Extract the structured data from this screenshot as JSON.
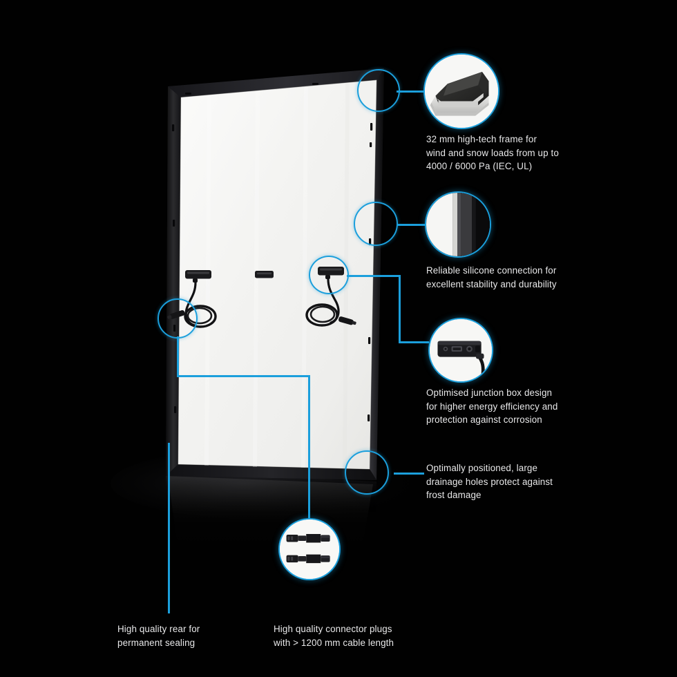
{
  "meta": {
    "subject": "solar-photovoltaic-module-rear-view",
    "background_color": "#010101",
    "accent_color": "#1b9fdc",
    "text_color": "#e9e9ea",
    "panel_frame_color": "#1d1d1f",
    "panel_backsheet_color": "#f2f2f0"
  },
  "callouts": [
    {
      "id": "frame",
      "label": "32 mm high-tech frame for\nwind and snow loads from up to\n4000 / 6000 Pa (IEC, UL)",
      "marker_name": "callout-ring-frame",
      "detail_name": "detail-bubble-frame",
      "detail_subject": "aluminium-frame-cross-section"
    },
    {
      "id": "silicone",
      "label": "Reliable silicone connection for\nexcellent stability and durability",
      "marker_name": "callout-ring-silicone",
      "detail_name": "detail-bubble-silicone",
      "detail_subject": "silicone-edge-seal-closeup"
    },
    {
      "id": "junction-box",
      "label": "Optimised junction box design\nfor higher energy efficiency and\nprotection against corrosion",
      "marker_name": "callout-ring-junction-box",
      "detail_name": "detail-bubble-junction-box",
      "detail_subject": "junction-box-closeup"
    },
    {
      "id": "drainage",
      "label": "Optimally positioned, large\ndrainage holes protect against\nfrost damage",
      "marker_name": "callout-ring-drainage",
      "detail_name": "",
      "detail_subject": ""
    },
    {
      "id": "rear",
      "label": "High quality rear for\npermanent sealing",
      "marker_name": "callout-leader-rear",
      "detail_name": "",
      "detail_subject": ""
    },
    {
      "id": "connectors",
      "label": "High quality connector plugs\nwith > 1200 mm cable length",
      "marker_name": "callout-ring-connectors",
      "detail_name": "detail-bubble-connectors",
      "detail_subject": "mc4-connector-plug-pair"
    }
  ]
}
